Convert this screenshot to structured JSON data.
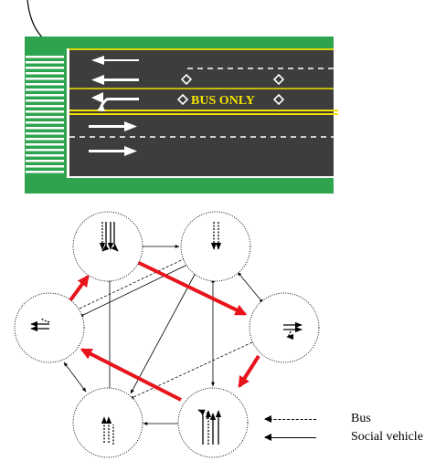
{
  "road": {
    "bus_lane_marking": "BUS ONLY",
    "colors": {
      "grass": "#2ea44f",
      "asphalt": "#3d3d3d",
      "lane_marking_white": "#ffffff",
      "center_line_yellow": "#f3e400",
      "bus_only_text": "#f3e400"
    }
  },
  "phase_graph": {
    "nodes": [
      {
        "id": "p1",
        "icon": "southbound-lanes-icon"
      },
      {
        "id": "p2",
        "icon": "southbound-bus-only-icon"
      },
      {
        "id": "p3",
        "icon": "westbound-lanes-icon"
      },
      {
        "id": "p4",
        "icon": "northbound-lanes-icon"
      },
      {
        "id": "p5",
        "icon": "northbound-bus-only-icon"
      },
      {
        "id": "p6",
        "icon": "eastbound-lanes-icon"
      }
    ],
    "highlight_color": "#e8141b"
  },
  "legend": {
    "bus_label": "Bus",
    "social_vehicle_label": "Social vehicle"
  }
}
